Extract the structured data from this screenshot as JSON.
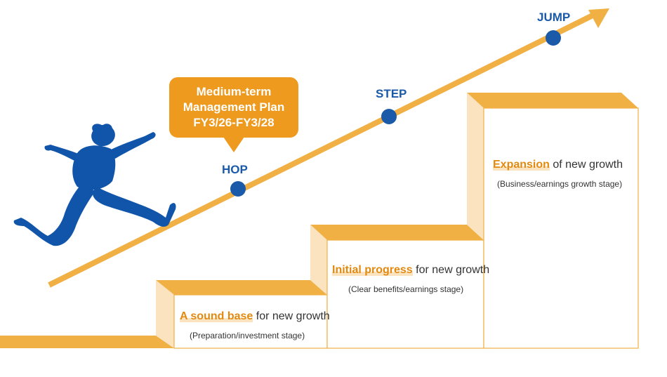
{
  "bubble": {
    "line1": "Medium-term",
    "line2": "Management Plan",
    "line3": "FY3/26-FY3/28"
  },
  "points": {
    "hop": "HOP",
    "step": "STEP",
    "jump": "JUMP"
  },
  "stages": [
    {
      "highlight": "A sound base",
      "rest": " for new growth",
      "sub": "(Preparation/investment stage)"
    },
    {
      "highlight": "Initial progress",
      "rest": " for new growth",
      "sub": "(Clear benefits/earnings stage)"
    },
    {
      "highlight": "Expansion",
      "rest": " of new growth",
      "sub": "(Business/earnings growth stage)"
    }
  ],
  "colors": {
    "accent_orange": "#ed9a1e",
    "stair_top": "#f0b044",
    "stair_side": "#fbe3c0",
    "point_blue": "#1a5aa8",
    "figure_blue": "#1155aa"
  },
  "icons": {
    "figure": "jumping-person-silhouette",
    "arrow": "rising-arrow"
  }
}
